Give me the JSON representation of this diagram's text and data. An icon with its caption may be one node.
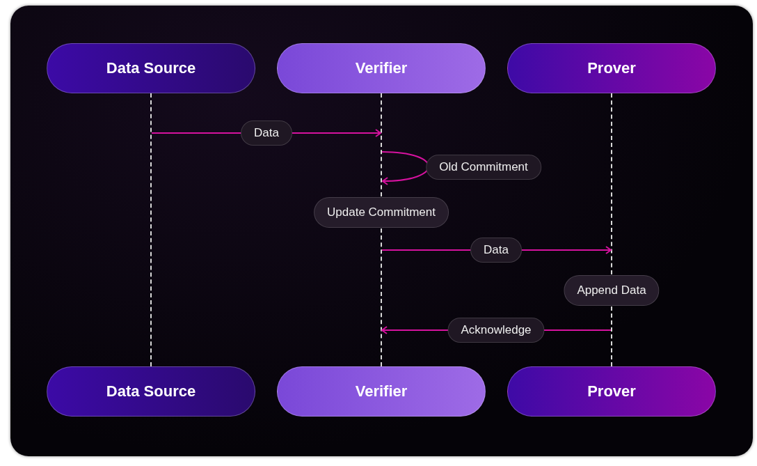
{
  "diagram": {
    "nodes": [
      {
        "text": [
          "Data Source"
        ]
      },
      {
        "text": [
          "Verifier"
        ]
      },
      {
        "text": [
          "Prover"
        ]
      },
      {
        "text": [
          "Data Source"
        ]
      },
      {
        "text": [
          "Verifier"
        ]
      },
      {
        "text": [
          "Prover"
        ]
      },
      {
        "text": [
          "Update Commitment"
        ]
      },
      {
        "text": [
          "Append Data"
        ]
      },
      {
        "text": [],
        "shape": "line"
      },
      {
        "text": [],
        "shape": "line"
      },
      {
        "text": [],
        "shape": "line"
      },
      {
        "text": [],
        "shape": "line"
      },
      {
        "text": [],
        "shape": "line"
      }
    ],
    "edges": [
      {
        "from": 8,
        "to": 9,
        "arrow": "to",
        "label": "Data"
      },
      {
        "from": 9,
        "to": 9,
        "arrow": "to",
        "label": "Old Commitment"
      },
      {
        "from": 10,
        "to": 11,
        "arrow": "to",
        "label": "Data"
      },
      {
        "from": 12,
        "to": 10,
        "arrow": "to",
        "label": "Acknowledge"
      }
    ]
  }
}
